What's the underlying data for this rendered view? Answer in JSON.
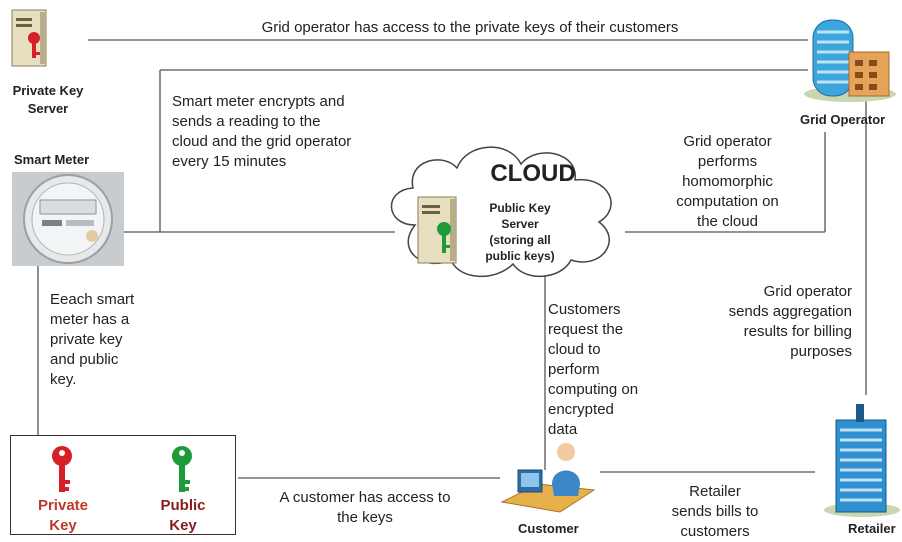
{
  "labels": {
    "private_key_server": "Private Key\nServer",
    "smart_meter": "Smart Meter",
    "grid_operator": "Grid Operator",
    "cloud_title": "CLOUD",
    "public_key_server": "Public Key\nServer\n(storing all\npublic keys)",
    "customer": "Customer",
    "retailer": "Retailer",
    "private_key": "Private\nKey",
    "public_key": "Public\nKey"
  },
  "annotations": {
    "top_line": "Grid operator has access to the private keys of their customers",
    "meter_encrypts": "Smart meter encrypts and\nsends a reading to the\ncloud and the grid operator\nevery 15 minutes",
    "homomorphic": "Grid operator\nperforms\nhomomorphic\ncomputation on\nthe cloud",
    "aggregation": "Grid operator\nsends aggregation\nresults for billing\npurposes",
    "each_meter": "Eeach smart\nmeter has a\nprivate key\nand public\nkey.",
    "customers_request": "Customers\nrequest the\ncloud to\nperform\ncomputing on\nencrypted\ndata",
    "customer_keys": "A customer has access to\nthe keys",
    "retailer_bills": "Retailer\nsends bills to\ncustomers"
  },
  "colors": {
    "line": "#555555",
    "key_red": "#d62027",
    "key_green": "#1f9a3a",
    "key_label_red": "#c0392b",
    "key_label_green": "#8b1c1c"
  }
}
